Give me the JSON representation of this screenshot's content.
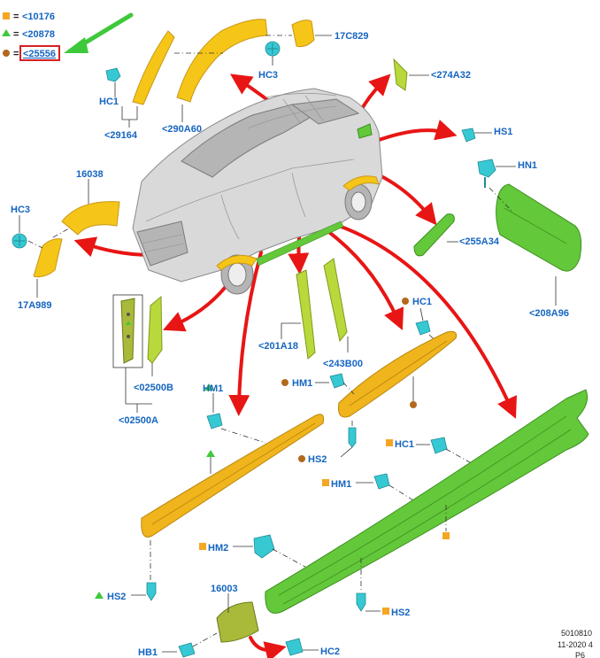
{
  "legend": {
    "items": [
      {
        "symbol": "square",
        "eq": "=",
        "code": "<10176",
        "color": "#f5a623"
      },
      {
        "symbol": "triangle",
        "eq": "=",
        "code": "<20878",
        "color": "#3ec93a"
      },
      {
        "symbol": "circle",
        "eq": "=",
        "code": "<25556",
        "color": "#b2691e",
        "highlighted": true
      }
    ],
    "highlight_color": "#d62020"
  },
  "callout_arrow_color": "#3ec93a",
  "labels": {
    "hc3_top": "HC3",
    "c17829": "17C829",
    "hc1_top": "HC1",
    "p29164": "<29164",
    "p290a60": "<290A60",
    "p274a32": "<274A32",
    "hs1": "HS1",
    "hn1": "HN1",
    "p16038": "16038",
    "hc3_left": "HC3",
    "p17a989": "17A989",
    "p255a34": "<255A34",
    "p208a96": "<208A96",
    "hc1_mid": "HC1",
    "p201a18": "<201A18",
    "p243b00": "<243B00",
    "p02500b": "<02500B",
    "p02500a": "<02500A",
    "hm1_left": "HM1",
    "hm1_mid": "HM1",
    "hs2_mid": "HS2",
    "hc1_right": "HC1",
    "hm1_right": "HM1",
    "hm2": "HM2",
    "hs2_left": "HS2",
    "p16003": "16003",
    "hs2_right": "HS2",
    "hb1": "HB1",
    "hc2": "HC2"
  },
  "reference": {
    "line1": "5010810",
    "line2": "11-2020 4",
    "line3": "P6"
  },
  "colors": {
    "arrow": "#e81515",
    "label": "#1565c0",
    "yellow_part": "#f5c518",
    "green_part": "#63c83a",
    "clip": "#37c9d3"
  }
}
